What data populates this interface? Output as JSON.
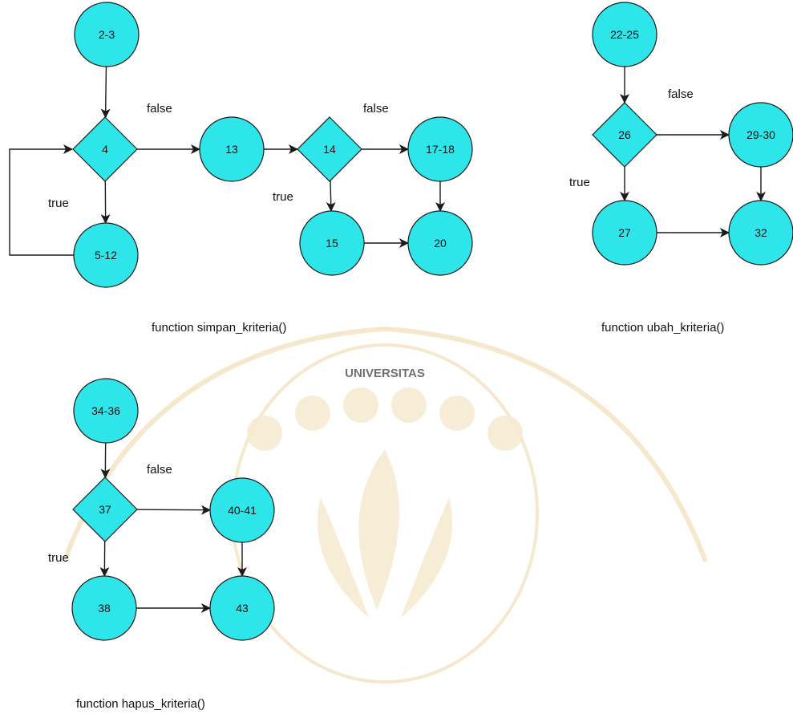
{
  "colors": {
    "node_fill": "#2ee6ea",
    "node_stroke": "#1a1a1a",
    "edge": "#1a1a1a",
    "watermark": "#f6ead0",
    "background": "#ffffff"
  },
  "diagrams": [
    {
      "caption": "function simpan_kriteria()",
      "nodes": [
        {
          "id": "n2_3",
          "label": "2-3",
          "shape": "circle"
        },
        {
          "id": "n4",
          "label": "4",
          "shape": "diamond"
        },
        {
          "id": "n5_12",
          "label": "5-12",
          "shape": "circle"
        },
        {
          "id": "n13",
          "label": "13",
          "shape": "circle"
        },
        {
          "id": "n14",
          "label": "14",
          "shape": "diamond"
        },
        {
          "id": "n17_18",
          "label": "17-18",
          "shape": "circle"
        },
        {
          "id": "n15",
          "label": "15",
          "shape": "circle"
        },
        {
          "id": "n20",
          "label": "20",
          "shape": "circle"
        }
      ],
      "edges": [
        {
          "from": "n2_3",
          "to": "n4",
          "label": ""
        },
        {
          "from": "n4",
          "to": "n13",
          "label": "false"
        },
        {
          "from": "n4",
          "to": "n5_12",
          "label": "true"
        },
        {
          "from": "n5_12",
          "to": "n4",
          "label": ""
        },
        {
          "from": "n13",
          "to": "n14",
          "label": ""
        },
        {
          "from": "n14",
          "to": "n17_18",
          "label": "false"
        },
        {
          "from": "n14",
          "to": "n15",
          "label": "true"
        },
        {
          "from": "n17_18",
          "to": "n20",
          "label": ""
        },
        {
          "from": "n15",
          "to": "n20",
          "label": ""
        }
      ]
    },
    {
      "caption": "function ubah_kriteria()",
      "nodes": [
        {
          "id": "n22_25",
          "label": "22-25",
          "shape": "circle"
        },
        {
          "id": "n26",
          "label": "26",
          "shape": "diamond"
        },
        {
          "id": "n29_30",
          "label": "29-30",
          "shape": "circle"
        },
        {
          "id": "n27",
          "label": "27",
          "shape": "circle"
        },
        {
          "id": "n32",
          "label": "32",
          "shape": "circle"
        }
      ],
      "edges": [
        {
          "from": "n22_25",
          "to": "n26",
          "label": ""
        },
        {
          "from": "n26",
          "to": "n29_30",
          "label": "false"
        },
        {
          "from": "n26",
          "to": "n27",
          "label": "true"
        },
        {
          "from": "n29_30",
          "to": "n32",
          "label": ""
        },
        {
          "from": "n27",
          "to": "n32",
          "label": ""
        }
      ]
    },
    {
      "caption": "function hapus_kriteria()",
      "nodes": [
        {
          "id": "n34_36",
          "label": "34-36",
          "shape": "circle"
        },
        {
          "id": "n37",
          "label": "37",
          "shape": "diamond"
        },
        {
          "id": "n40_41",
          "label": "40-41",
          "shape": "circle"
        },
        {
          "id": "n38",
          "label": "38",
          "shape": "circle"
        },
        {
          "id": "n43",
          "label": "43",
          "shape": "circle"
        }
      ],
      "edges": [
        {
          "from": "n34_36",
          "to": "n37",
          "label": ""
        },
        {
          "from": "n37",
          "to": "n40_41",
          "label": "false"
        },
        {
          "from": "n37",
          "to": "n38",
          "label": "true"
        },
        {
          "from": "n40_41",
          "to": "n43",
          "label": ""
        },
        {
          "from": "n38",
          "to": "n43",
          "label": ""
        }
      ]
    }
  ]
}
